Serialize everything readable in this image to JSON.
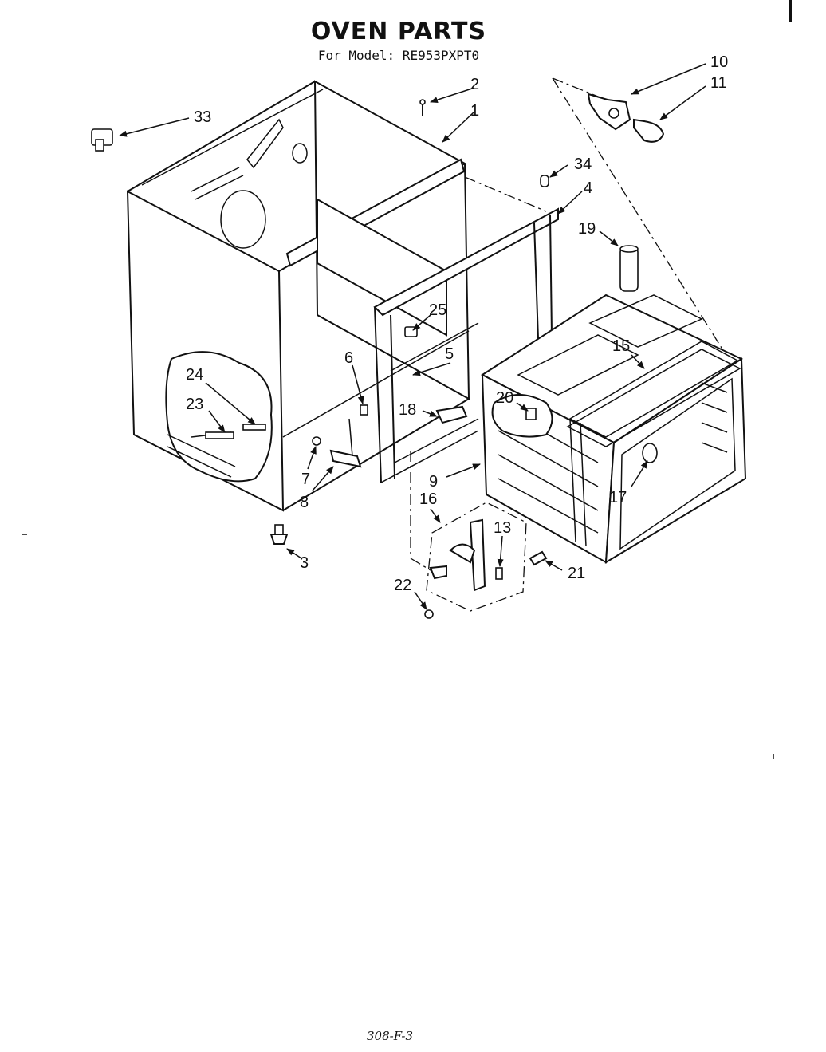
{
  "title": "OVEN PARTS",
  "subtitle": "For Model: RE953PXPT0",
  "footer_code": "308-F-3",
  "callouts": [
    {
      "id": "c1",
      "label": "1"
    },
    {
      "id": "c2",
      "label": "2"
    },
    {
      "id": "c3",
      "label": "3"
    },
    {
      "id": "c4",
      "label": "4"
    },
    {
      "id": "c5",
      "label": "5"
    },
    {
      "id": "c6",
      "label": "6"
    },
    {
      "id": "c7",
      "label": "7"
    },
    {
      "id": "c8",
      "label": "8"
    },
    {
      "id": "c9",
      "label": "9"
    },
    {
      "id": "c10",
      "label": "10"
    },
    {
      "id": "c11",
      "label": "11"
    },
    {
      "id": "c13",
      "label": "13"
    },
    {
      "id": "c15",
      "label": "15"
    },
    {
      "id": "c16",
      "label": "16"
    },
    {
      "id": "c17",
      "label": "17"
    },
    {
      "id": "c18",
      "label": "18"
    },
    {
      "id": "c19",
      "label": "19"
    },
    {
      "id": "c20",
      "label": "20"
    },
    {
      "id": "c21",
      "label": "21"
    },
    {
      "id": "c22",
      "label": "22"
    },
    {
      "id": "c23",
      "label": "23"
    },
    {
      "id": "c24",
      "label": "24"
    },
    {
      "id": "c25",
      "label": "25"
    },
    {
      "id": "c33",
      "label": "33"
    },
    {
      "id": "c34",
      "label": "34"
    }
  ]
}
